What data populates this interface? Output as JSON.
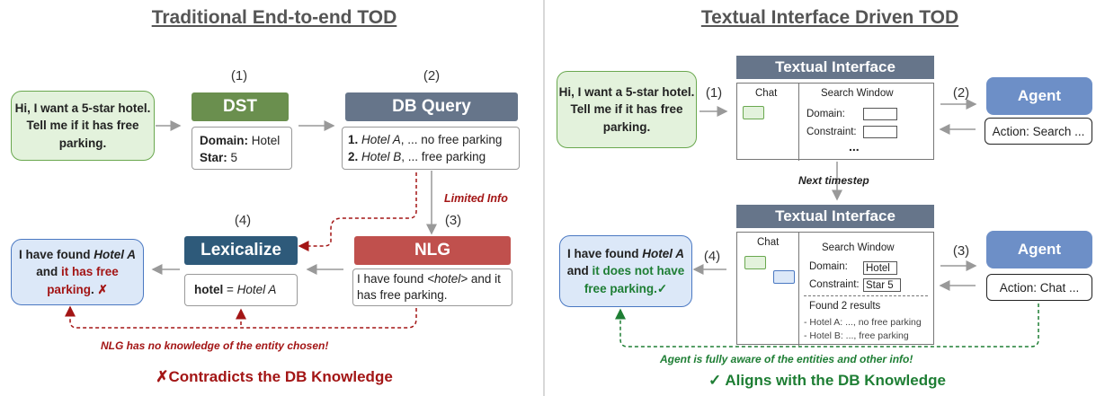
{
  "left": {
    "title": "Traditional End-to-end TOD",
    "user_msg": "Hi, I want a 5-star hotel. Tell me if it has free parking.",
    "step1": "(1)",
    "step2": "(2)",
    "step3": "(3)",
    "step4": "(4)",
    "dst": {
      "title": "DST",
      "domain_key": "Domain:",
      "domain_val": " Hotel",
      "star_key": "Star:",
      "star_val": " 5"
    },
    "dbq": {
      "title": "DB Query",
      "r1_num": "1.",
      "r1_name": " Hotel A",
      "r1_rest": ", ...  no free parking",
      "r2_num": "2.",
      "r2_name": " Hotel B",
      "r2_rest": ", ... free parking"
    },
    "limited_info": "Limited Info",
    "nlg": {
      "title": "NLG",
      "text_pre": "I have found ",
      "text_tag": "<hotel>",
      "text_post": " and it has free parking."
    },
    "lex": {
      "title": "Lexicalize",
      "key": "hotel",
      "eq": " = ",
      "val": "Hotel A"
    },
    "response": {
      "p1": "I have found ",
      "p2": "Hotel A",
      "p3": " and ",
      "p4": "it has free parking",
      "p5": ".",
      "mark": "✗"
    },
    "nlg_note": "NLG has no knowledge of the entity chosen!",
    "footer_mark": "✗",
    "footer": "Contradicts the DB Knowledge"
  },
  "right": {
    "title": "Textual Interface Driven TOD",
    "user_msg": "Hi, I want a 5-star hotel. Tell me if it has free parking.",
    "step1": "(1)",
    "step2": "(2)",
    "step3": "(3)",
    "step4": "(4)",
    "ti_title": "Textual Interface",
    "chat_label": "Chat",
    "search_label": "Search Window",
    "top_domain": "Domain:",
    "top_constraint": "Constraint:",
    "ellipsis": "...",
    "next_timestep": "Next timestep",
    "bot_domain": "Domain:",
    "bot_domain_val": "Hotel",
    "bot_constraint": "Constraint:",
    "bot_constraint_val": "Star 5",
    "found": "Found 2 results",
    "res1": "- Hotel A: ..., no free parking",
    "res2": "- Hotel B: ..., free parking",
    "agent": "Agent",
    "action1": "Action: Search ...",
    "action2": "Action: Chat ...",
    "response": {
      "p1": "I have found ",
      "p2": "Hotel A",
      "p3": " and ",
      "p4": "it does not have free parking",
      "p5": ".",
      "mark": "✓"
    },
    "agent_note": "Agent is fully aware of the entities and other info!",
    "footer_mark": "✓",
    "footer": "Aligns with the DB Knowledge"
  },
  "colors": {
    "dst": "#6a8f4e",
    "dbq": "#66758a",
    "nlg": "#c0504d",
    "lex": "#2e5a7a",
    "agent": "#6d8fc7",
    "red": "#a31515",
    "green": "#1e7e34"
  }
}
